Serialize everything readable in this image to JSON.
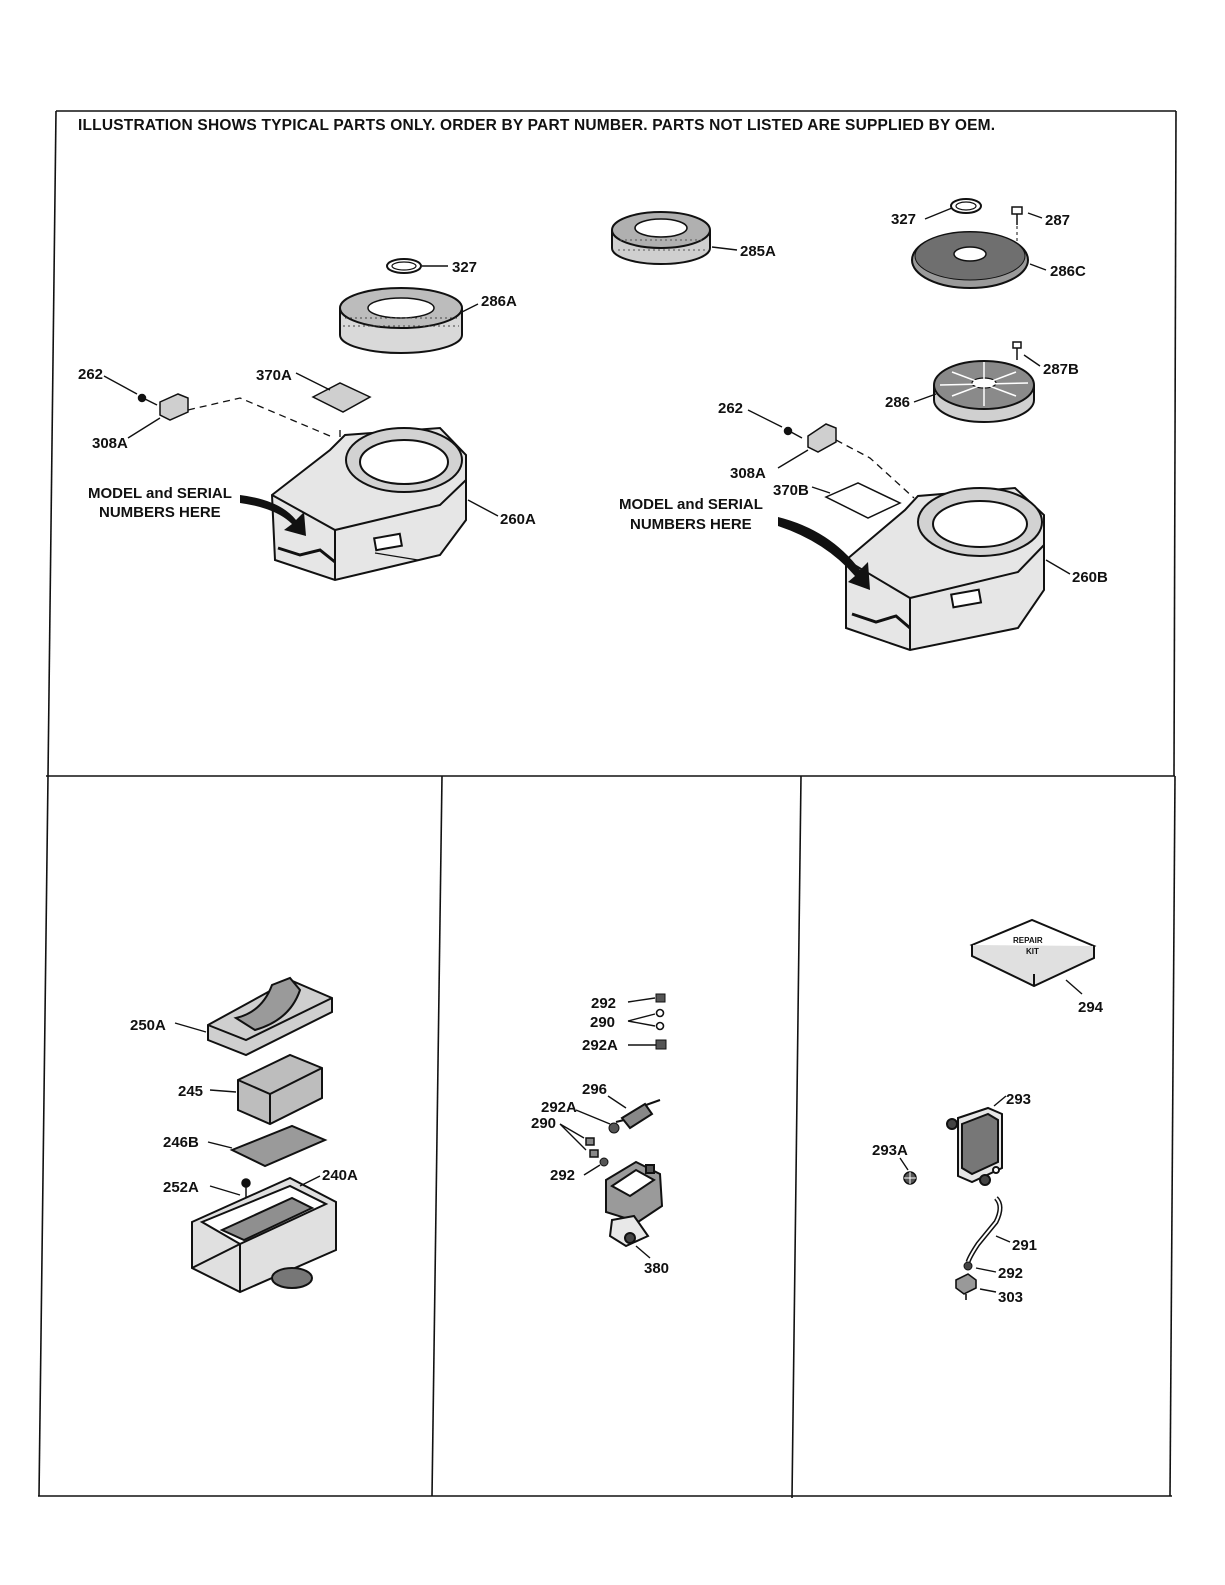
{
  "header": "ILLUSTRATION SHOWS TYPICAL PARTS ONLY. ORDER BY PART NUMBER. PARTS NOT LISTED ARE SUPPLIED BY OEM.",
  "top_left": {
    "labels": {
      "p327": "327",
      "p286A": "286A",
      "p370A": "370A",
      "p262": "262",
      "p308A": "308A",
      "p260A": "260A"
    },
    "note_line1": "MODEL and SERIAL",
    "note_line2": "NUMBERS HERE"
  },
  "top_right": {
    "labels": {
      "p285A": "285A",
      "p327": "327",
      "p287": "287",
      "p286C": "286C",
      "p287B": "287B",
      "p286": "286",
      "p262": "262",
      "p308A": "308A",
      "p370B": "370B",
      "p260B": "260B"
    },
    "note_line1": "MODEL and SERIAL",
    "note_line2": "NUMBERS HERE"
  },
  "bottom_left": {
    "labels": {
      "p250A": "250A",
      "p245": "245",
      "p246B": "246B",
      "p252A": "252A",
      "p240A": "240A"
    }
  },
  "bottom_middle": {
    "labels": {
      "p292a": "292",
      "p290a": "290",
      "p292A_top": "292A",
      "p296": "296",
      "p292A": "292A",
      "p290": "290",
      "p292b": "292",
      "p380": "380"
    }
  },
  "bottom_right": {
    "kit_line1": "REPAIR",
    "kit_line2": "KIT",
    "labels": {
      "p294": "294",
      "p293": "293",
      "p293A": "293A",
      "p291": "291",
      "p292": "292",
      "p303": "303"
    }
  }
}
